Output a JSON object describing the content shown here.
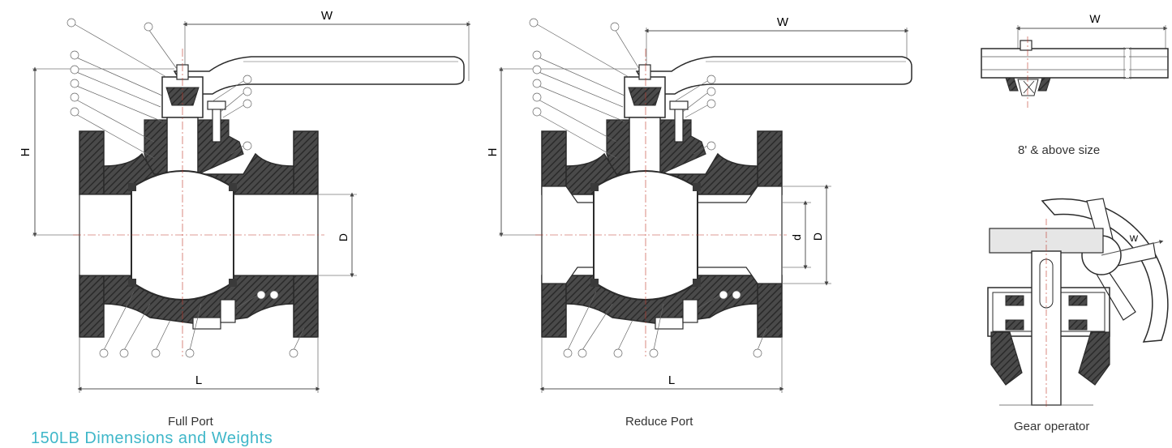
{
  "full_port": {
    "caption": "Full Port",
    "dim_w": "W",
    "dim_h": "H",
    "dim_d": "D",
    "dim_l": "L"
  },
  "reduce_port": {
    "caption": "Reduce Port",
    "dim_w": "W",
    "dim_h": "H",
    "dim_d_small": "d",
    "dim_d": "D",
    "dim_l": "L"
  },
  "large_size": {
    "dim_w": "W",
    "caption": "8' & above size"
  },
  "gear_operator": {
    "dim_w": "W",
    "caption": "Gear operator"
  },
  "footer": {
    "heading": "150LB Dimensions and Weights"
  },
  "colors": {
    "section_fill": "#3a3a3a",
    "line": "#2b2b2b",
    "dim_line": "#555555",
    "center_line": "#c0392b",
    "footer_text": "#3fb7c9"
  }
}
